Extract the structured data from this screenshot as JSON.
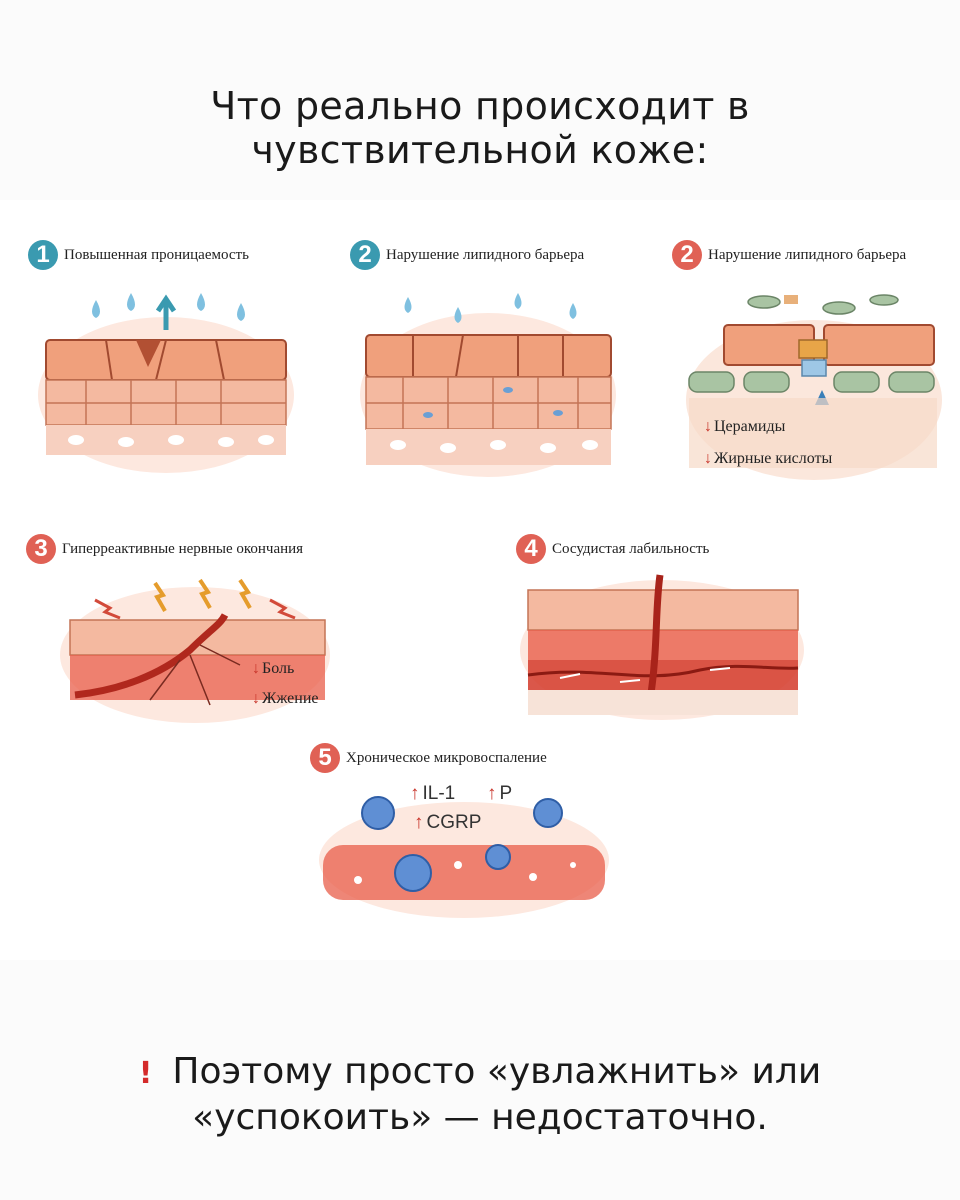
{
  "title": {
    "line1": "Что реально происходит в",
    "line2": "чувствительной коже:"
  },
  "panels": [
    {
      "num": "1",
      "label": "Повышенная проницаемость",
      "badge_color": "#3a9ab0"
    },
    {
      "num": "2",
      "label": "Нарушение липидного барьера",
      "badge_color": "#3a9ab0"
    },
    {
      "num": "2",
      "label": "Нарушение липидного барьера",
      "badge_color": "#e06155"
    },
    {
      "num": "3",
      "label": "Гиперреактивные нервные окончания",
      "badge_color": "#e06155"
    },
    {
      "num": "4",
      "label": "Сосудистая лабильность",
      "badge_color": "#e06155"
    },
    {
      "num": "5",
      "label": "Хроническое микровоспаление",
      "badge_color": "#e06155"
    }
  ],
  "lipid_notes": {
    "arrow": "↓",
    "ceramides": "Церамиды",
    "fatty_acids": "Жирные кислоты"
  },
  "nerve_notes": {
    "arrow": "↓",
    "pain": "Боль",
    "burning": "Жжение"
  },
  "inflammation_notes": {
    "arrow": "↑",
    "il1": "IL-1",
    "p": "P",
    "cgrp": "CGRP"
  },
  "footer": {
    "exclamation": "!",
    "line1": "Поэтому просто «увлажнить» или",
    "line2": "«успокоить» — недостаточно."
  },
  "colors": {
    "teal": "#3a9ab0",
    "coral": "#e06155",
    "skin": "#f2b79c",
    "vessel": "#c8342a"
  }
}
